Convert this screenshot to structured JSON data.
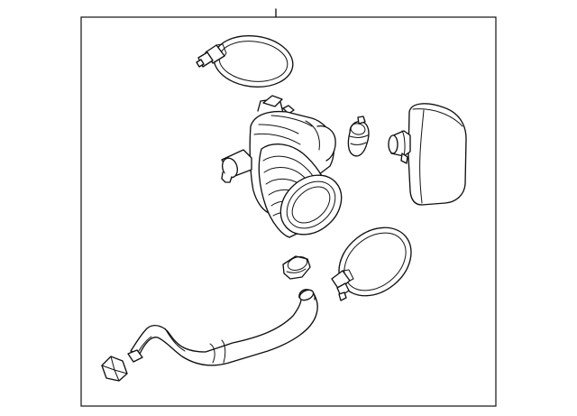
{
  "diagram": {
    "style": "black line-art exploded parts view",
    "line_color": "#111111",
    "background_color": "#ffffff",
    "parts": [
      "upper-hose-clamp",
      "air-intake-hose-assembly",
      "hose-fitting-nipple",
      "small-plug-cap",
      "resonator-chamber",
      "lower-hose-clamp",
      "small-grommet",
      "breather-hose",
      "breather-hose-end-cap"
    ]
  }
}
